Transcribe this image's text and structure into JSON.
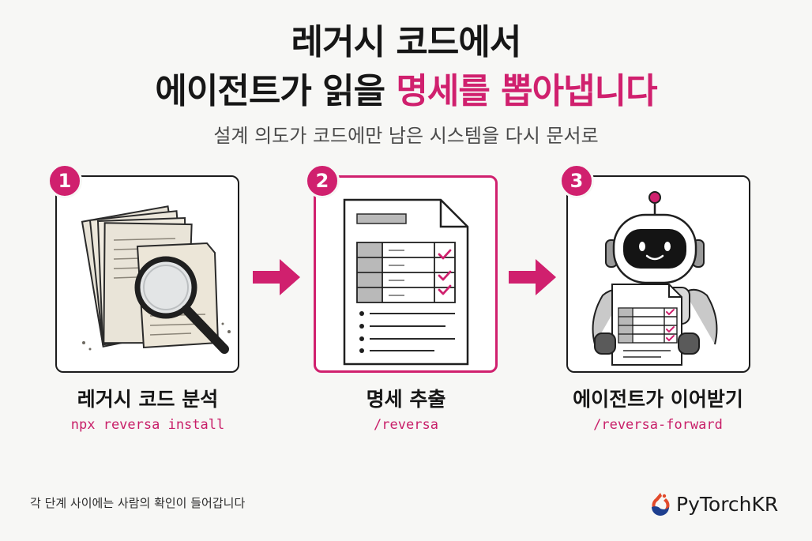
{
  "title": {
    "line1": "레거시 코드에서",
    "line2_plain": "에이전트가 읽을 ",
    "line2_accent": "명세를 뽑아냅니다"
  },
  "subtitle": "설계 의도가 코드에만 남은 시스템을 다시 문서로",
  "steps": [
    {
      "number": "1",
      "label": "레거시 코드 분석",
      "command": "npx reversa install"
    },
    {
      "number": "2",
      "label": "명세 추출",
      "command": "/reversa"
    },
    {
      "number": "3",
      "label": "에이전트가 이어받기",
      "command": "/reversa-forward"
    }
  ],
  "footnote": "각 단계 사이에는 사람의 확인이 들어갑니다",
  "logo": {
    "text": "PyTorchKR",
    "icon": "pytorchkr-flame-icon"
  },
  "colors": {
    "accent": "#d0206e",
    "text": "#161616",
    "background": "#f7f7f5"
  }
}
